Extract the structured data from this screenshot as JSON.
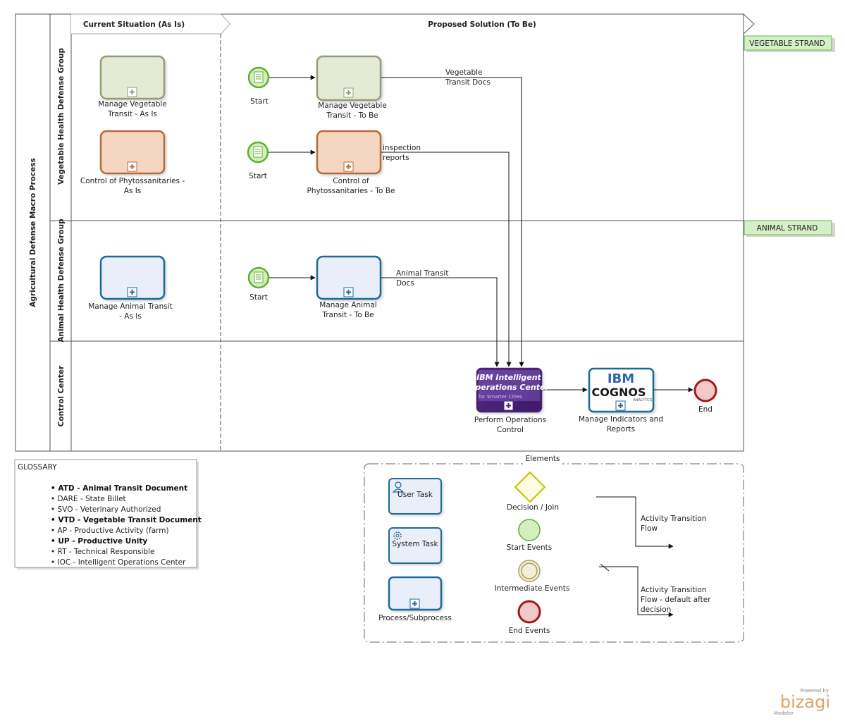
{
  "pool": {
    "label": "Agricultural Defense Macro Process"
  },
  "lanes": {
    "vegetable": "Vegetable Health Defense Group",
    "animal": "Animal Health Defense Group",
    "control": "Control Center"
  },
  "phases": {
    "as_is": "Current Situation (As Is)",
    "to_be": "Proposed Solution (To Be)"
  },
  "strands": {
    "vegetable": "VEGETABLE STRAND",
    "animal": "ANIMAL STRAND"
  },
  "tasks": {
    "veg_as_is": [
      "Manage Vegetable",
      "Transit - As Is"
    ],
    "phyto_as_is": [
      "Control of Phytossanitaries -",
      "As Is"
    ],
    "animal_as_is": [
      "Manage Animal Transit",
      "- As Is"
    ],
    "veg_to_be": [
      "Manage Vegetable",
      "Transit - To Be"
    ],
    "phyto_to_be": [
      "Control of",
      "Phytossanitaries - To Be"
    ],
    "animal_to_be": [
      "Manage Animal",
      "Transit - To Be"
    ],
    "ioc": [
      "Perform Operations",
      "Control"
    ],
    "cognos": [
      "Manage Indicators and",
      "Reports"
    ]
  },
  "events": {
    "start": "Start",
    "end": "End"
  },
  "flows": {
    "veg_docs": [
      "Vegetable",
      "Transit Docs"
    ],
    "inspection": [
      "inspection",
      "reports"
    ],
    "animal_docs": [
      "Animal Transit",
      "Docs"
    ]
  },
  "logos": {
    "ioc_line1": "IBM Intelligent",
    "ioc_line2": "Operations Center",
    "ioc_line3": "for Smarter Cities",
    "ibm": "IBM",
    "cognos": "COGNOS",
    "analytics": "ANALYTICS"
  },
  "glossary": {
    "title": "GLOSSARY",
    "items": [
      {
        "abbr": "ATD",
        "text": "Animal Transit Document",
        "bold": true
      },
      {
        "abbr": "DARE",
        "text": "State Billet",
        "bold": false
      },
      {
        "abbr": "SVO",
        "text": "Veterinary Authorized",
        "bold": false
      },
      {
        "abbr": "VTD",
        "text": "Vegetable Transit Document",
        "bold": true
      },
      {
        "abbr": "AP",
        "text": "Productive Activity (farm)",
        "bold": false
      },
      {
        "abbr": "UP",
        "text": "Productive Unity",
        "bold": true
      },
      {
        "abbr": "RT",
        "text": "Technical Responsible",
        "bold": false
      },
      {
        "abbr": "IOC",
        "text": "Intelligent Operations Center",
        "bold": false
      }
    ]
  },
  "legend": {
    "title": "Elements",
    "user_task": "User Task",
    "system_task": "System Task",
    "subprocess": "Process/Subprocess",
    "decision": "Decision / Join",
    "start_events": "Start Events",
    "intermediate_events": "Intermediate Events",
    "end_events": "End Events",
    "activity_flow": [
      "Activity Transition",
      "Flow"
    ],
    "default_flow": [
      "Activity Transition",
      "Flow - default after",
      "decision"
    ]
  },
  "brand": {
    "powered": "Powered by",
    "name": "bizagi",
    "product": "Modeler"
  },
  "colors": {
    "veg_stroke": "#8f9e75",
    "veg_fill": "#e4ead6",
    "phyto_stroke": "#b86a38",
    "phyto_fill": "#f4d6c3",
    "animal_stroke": "#1d6a97",
    "animal_fill": "#e9eef8",
    "start_stroke": "#5fae2d",
    "start_fill": "#d4eec0",
    "end_stroke": "#a5161b",
    "end_fill": "#f2c9c9",
    "strand_fill": "#d5efc6",
    "strand_stroke": "#6bb35d",
    "gateway": "#bfbf00"
  }
}
